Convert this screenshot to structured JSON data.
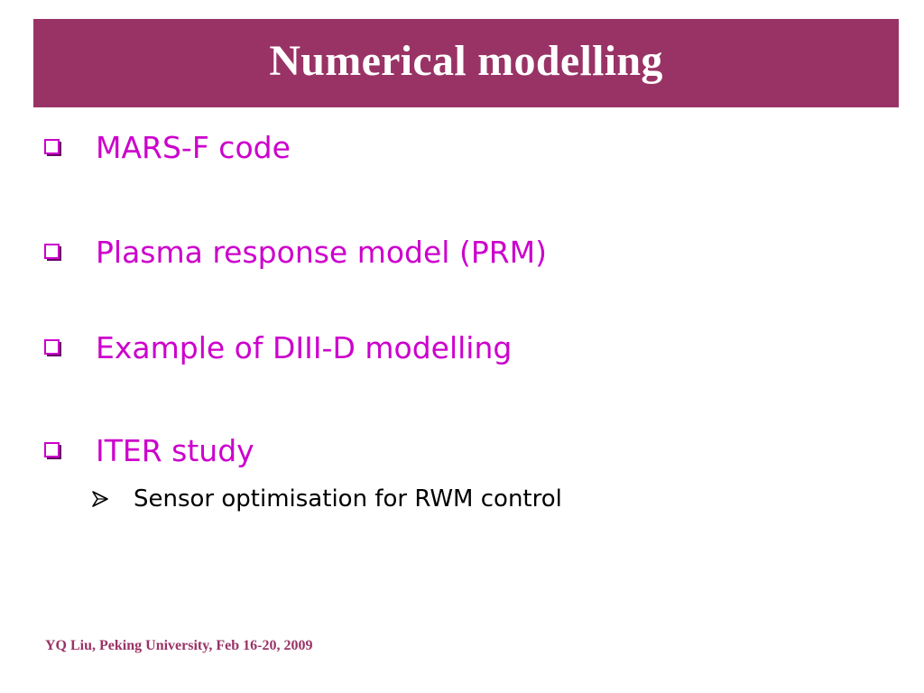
{
  "slide": {
    "title": "Numerical modelling",
    "bullets": [
      {
        "text": "MARS-F code",
        "icon": "checkbox-square-icon"
      },
      {
        "text": "Plasma response model (PRM)",
        "icon": "checkbox-square-icon"
      },
      {
        "text": "Example of DIII-D modelling",
        "icon": "checkbox-square-icon"
      },
      {
        "text": "ITER study",
        "icon": "checkbox-square-icon"
      }
    ],
    "sub_bullets": [
      {
        "text": "Sensor optimisation for RWM control",
        "icon": "arrowhead-right-icon"
      }
    ],
    "footer": "YQ Liu, Peking University, Feb 16-20, 2009"
  },
  "colors": {
    "title_bar": "#993366",
    "title_text": "#ffffff",
    "bullet_text": "#cc00cc",
    "bullet_icon": "#cc00cc",
    "sub_text": "#000000",
    "footer_text": "#993366"
  }
}
